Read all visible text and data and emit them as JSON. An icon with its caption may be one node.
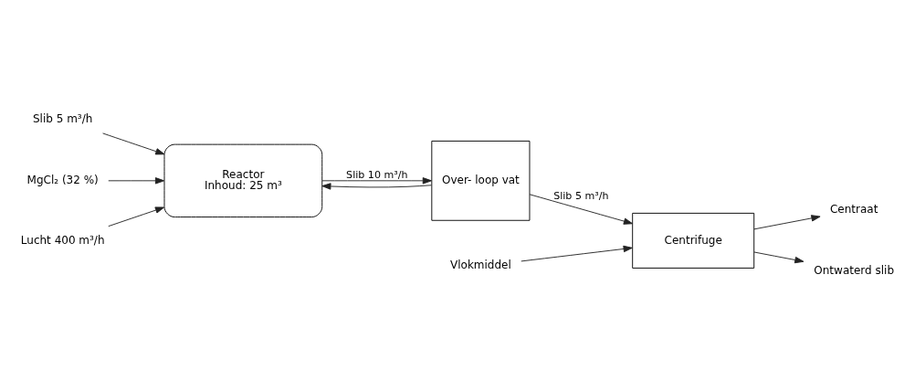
{
  "diagram": {
    "nodes": [
      {
        "text": [
          "Slib 5 m³/h"
        ]
      },
      {
        "text": [
          "MgCl₂ (32 %)"
        ]
      },
      {
        "text": [
          "Reactor",
          "Inhoud: 25 m³"
        ]
      },
      {
        "text": [
          "Lucht 400 m³/h"
        ]
      },
      {
        "text": [
          "Over- loop vat"
        ]
      },
      {
        "text": [
          "Vlokmiddel"
        ]
      },
      {
        "text": [
          "Centrifuge"
        ]
      },
      {
        "text": [
          "Centraat"
        ]
      },
      {
        "text": [
          "Ontwaterd slib"
        ]
      }
    ],
    "edges": [
      {
        "from": 0,
        "to": 2,
        "arrow": "to"
      },
      {
        "from": 1,
        "to": 2,
        "arrow": "to"
      },
      {
        "from": 3,
        "to": 2,
        "arrow": "to"
      },
      {
        "from": 2,
        "to": 4,
        "arrow": "to",
        "label": "Slib 10 m³/h"
      },
      {
        "from": 4,
        "to": 2,
        "arrow": "to"
      },
      {
        "from": 4,
        "to": 6,
        "arrow": "to",
        "label": "Slib 5 m³/h"
      },
      {
        "from": 5,
        "to": 6,
        "arrow": "to"
      },
      {
        "from": 6,
        "to": 7,
        "arrow": "to"
      },
      {
        "from": 6,
        "to": 8,
        "arrow": "to"
      }
    ]
  }
}
